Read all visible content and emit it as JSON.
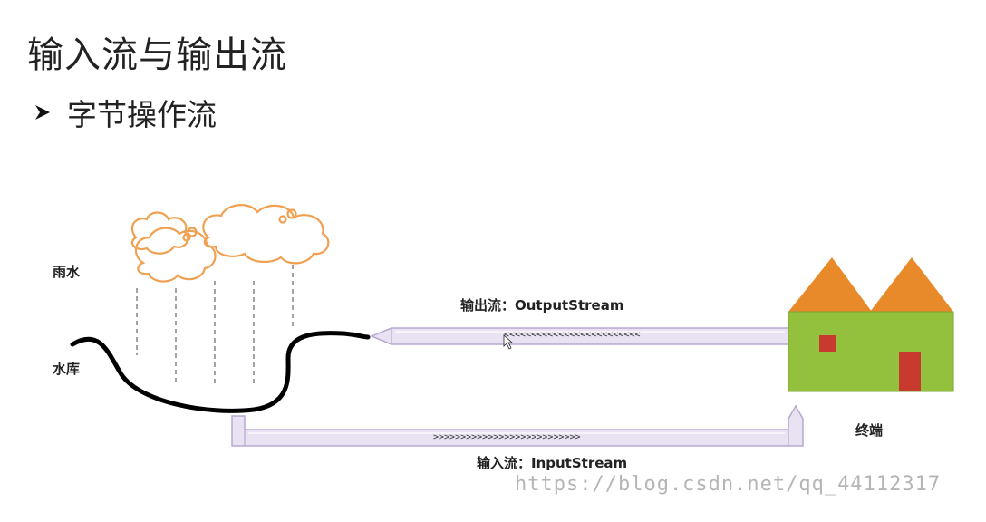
{
  "slide": {
    "title": "输入流与输出流",
    "bullet": "字节操作流"
  },
  "diagram": {
    "rain_label": "雨水",
    "reservoir_label": "水库",
    "terminal_label": "终端",
    "output_stream_label": "输出流：OutputStream",
    "input_stream_label": "输入流：InputStream",
    "output_chevrons": "<<<<<<<<<<<<<<<<<<<<<<<<<",
    "input_chevrons": ">>>>>>>>>>>>>>>>>>>>>>>>>>>"
  },
  "watermark": "https://blog.csdn.net/qq_44112317",
  "colors": {
    "cloud_stroke": "#f0a050",
    "pipe_fill": "#e8e2f2",
    "pipe_stroke": "#b7a8d0",
    "roof": "#e88a2a",
    "house_wall": "#93c13e",
    "house_door": "#c83a2e"
  }
}
